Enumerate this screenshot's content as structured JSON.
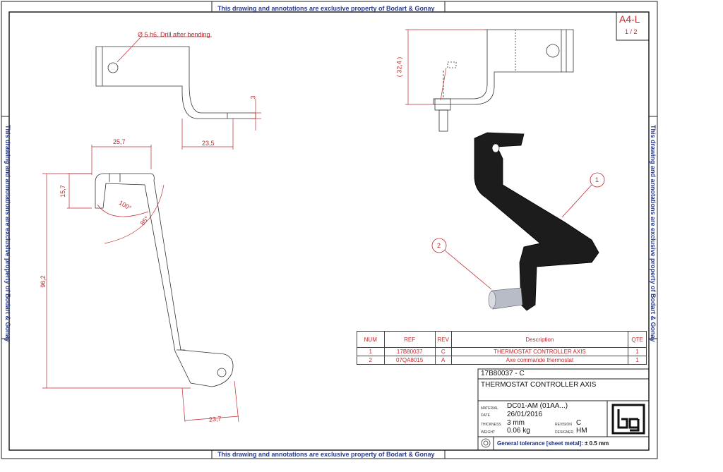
{
  "banners": {
    "top": "This drawing and annotations are exclusive property of Bodart & Gonay",
    "bottom": "This drawing and annotations are exclusive property of Bodart & Gonay",
    "left": "This drawing and annotations are exclusive property of Bodart & Gonay",
    "right": "This drawing and annotations are exclusive property of Bodart & Gonay"
  },
  "sheet": {
    "format": "A4-L",
    "page": "1 / 2"
  },
  "annotations": {
    "hole_note": "Ø 5 h6. Drill after bending",
    "dim_3": "3",
    "dim_23_5": "23,5",
    "dim_25_7": "25,7",
    "dim_15_7": "15,7",
    "dim_100": "100°",
    "dim_85": "85°",
    "dim_96_2": "96,2",
    "dim_23_7": "23,7",
    "dim_32_4": "( 32,4 )",
    "balloon_1": "1",
    "balloon_2": "2"
  },
  "bom": {
    "headers": [
      "NUM",
      "REF",
      "REV",
      "Description",
      "QTE"
    ],
    "rows": [
      [
        "1",
        "17B80037",
        "C",
        "THERMOSTAT CONTROLLER AXIS",
        "1"
      ],
      [
        "2",
        "07QA8015",
        "A",
        "Axe commande thermostat",
        "1"
      ]
    ]
  },
  "title_block": {
    "ref": "17B80037 - C",
    "title": "THERMOSTAT CONTROLLER AXIS",
    "material_label": "MATERIAL",
    "material": "DC01-AM (01AA...)",
    "date_label": "DATE",
    "date": "26/01/2016",
    "thickness_label": "THICKNESS",
    "thickness": "3 mm",
    "revision_label": "REVISION",
    "revision": "C",
    "weight_label": "WEIGHT",
    "weight": "0.06 kg",
    "designer_label": "DESIGNER",
    "designer": "HM",
    "tolerance_label": "General tolerance [sheet metal]:",
    "tolerance_value": "± 0.5 mm",
    "logo": "bg"
  },
  "colors": {
    "dimension": "#c0282c",
    "banner": "#2a3a8a",
    "part": "#1c1c1c"
  }
}
